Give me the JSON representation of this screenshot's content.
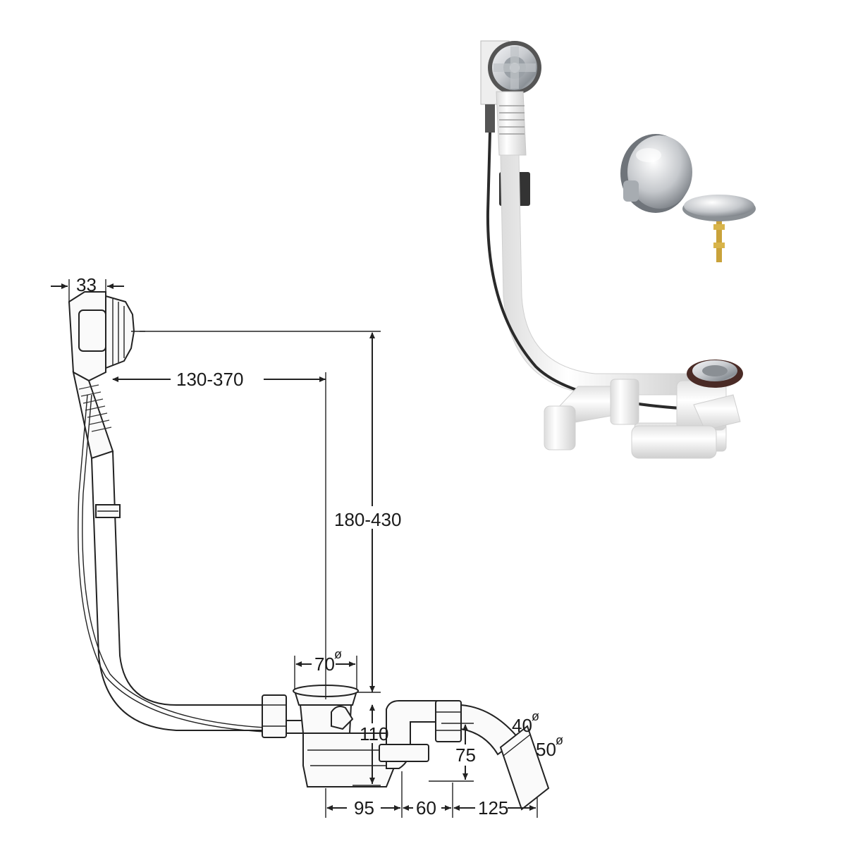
{
  "drawing": {
    "dimensions": {
      "d33": "33",
      "d130_370": "130-370",
      "d180_430": "180-430",
      "d70": "70",
      "d110": "110",
      "d75": "75",
      "d40": "40",
      "d50": "50",
      "d95": "95",
      "d60": "60",
      "d125": "125"
    },
    "diameter_symbol": "ø"
  },
  "colors": {
    "line": "#222222",
    "pipe_white": "#f4f4f4",
    "chrome": "#c9ccd0",
    "chrome_dark": "#7d8288",
    "cable": "#2a2a2a",
    "brass": "#c9a23a"
  }
}
